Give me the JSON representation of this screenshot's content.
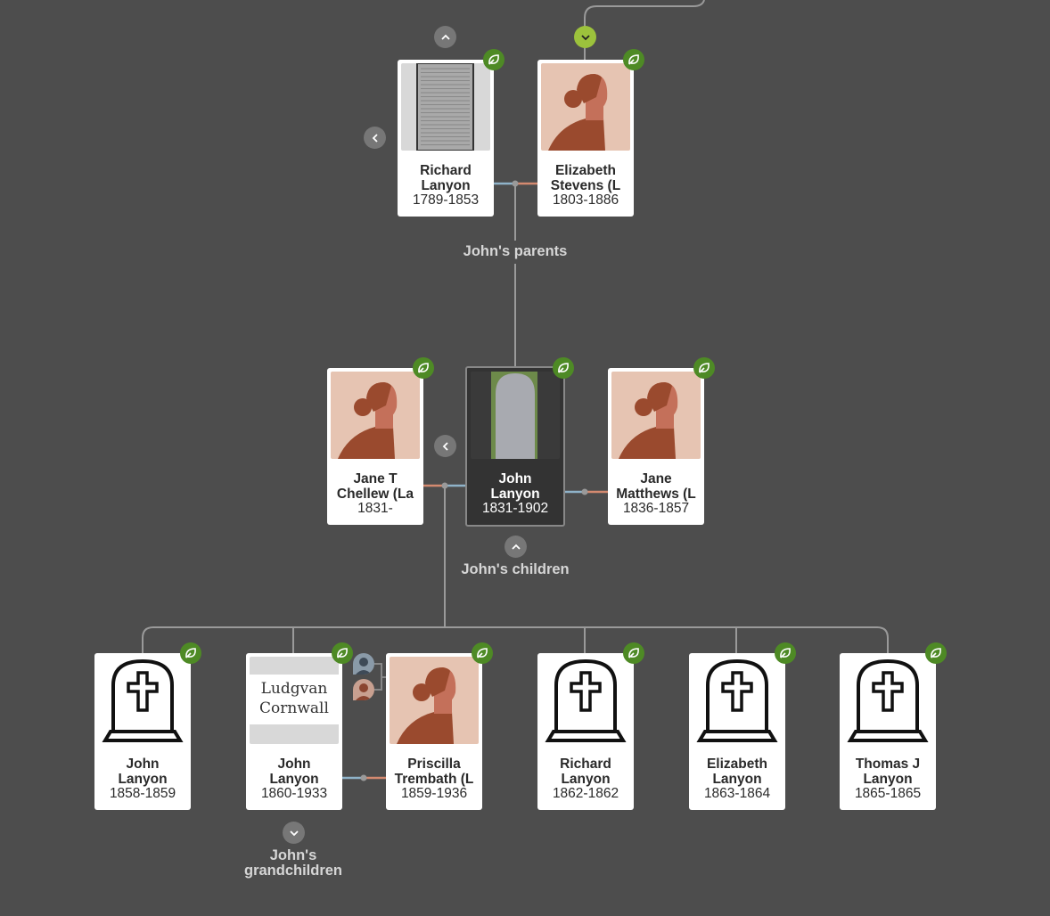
{
  "labels": {
    "parents": "John's parents",
    "children": "John's children",
    "grandchildren_1": "John's",
    "grandchildren_2": "grandchildren"
  },
  "people": [
    {
      "id": "richard-lanyon-1789",
      "name1": "Richard",
      "name2": "Lanyon",
      "years": "1789-1853",
      "photo": "document"
    },
    {
      "id": "elizabeth-stevens",
      "name1": "Elizabeth",
      "name2": "Stevens (L",
      "years": "1803-1886",
      "photo": "female"
    },
    {
      "id": "jane-t-chellew",
      "name1": "Jane T",
      "name2": "Chellew (La",
      "years": "1831-",
      "photo": "female"
    },
    {
      "id": "john-lanyon-1831",
      "name1": "John",
      "name2": "Lanyon",
      "years": "1831-1902",
      "photo": "gravestone",
      "focus": true
    },
    {
      "id": "jane-matthews",
      "name1": "Jane",
      "name2": "Matthews (L",
      "years": "1836-1857",
      "photo": "female"
    },
    {
      "id": "john-lanyon-1858",
      "name1": "John",
      "name2": "Lanyon",
      "years": "1858-1859",
      "photo": "tombstone"
    },
    {
      "id": "john-lanyon-1860",
      "name1": "John",
      "name2": "Lanyon",
      "years": "1860-1933",
      "photo": "place",
      "place1": "Ludgvan",
      "place2": "Cornwall"
    },
    {
      "id": "priscilla-trembath",
      "name1": "Priscilla",
      "name2": "Trembath (L",
      "years": "1859-1936",
      "photo": "female"
    },
    {
      "id": "richard-lanyon-1862",
      "name1": "Richard",
      "name2": "Lanyon",
      "years": "1862-1862",
      "photo": "tombstone"
    },
    {
      "id": "elizabeth-lanyon-1863",
      "name1": "Elizabeth",
      "name2": "Lanyon",
      "years": "1863-1864",
      "photo": "tombstone"
    },
    {
      "id": "thomas-j-lanyon",
      "name1": "Thomas J",
      "name2": "Lanyon",
      "years": "1865-1865",
      "photo": "tombstone"
    }
  ],
  "colors": {
    "background": "#4d4d4d",
    "leaf": "#4e8a25",
    "expand_green": "#9cc23c",
    "male_line": "#8fb3c9",
    "female_line": "#d48a70"
  }
}
